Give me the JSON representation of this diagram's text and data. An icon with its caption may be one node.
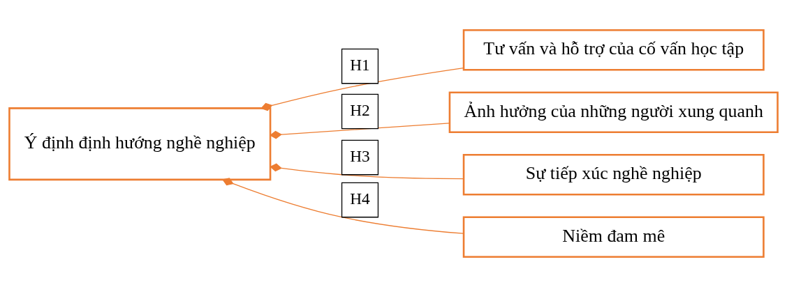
{
  "diagram": {
    "nodes": [
      {
        "text": [
          "Ý định định hướng nghề nghiệp"
        ]
      },
      {
        "text": [
          "Tư vấn và hỗ trợ của cố vấn học tập"
        ]
      },
      {
        "text": [
          "Ảnh hưởng của những người xung quanh"
        ]
      },
      {
        "text": [
          "Sự tiếp xúc nghề nghiệp"
        ]
      },
      {
        "text": [
          "Niềm đam mê"
        ]
      }
    ],
    "edges": [
      {
        "from": 0,
        "to": 1,
        "arrow": "other",
        "label": "H1"
      },
      {
        "from": 0,
        "to": 2,
        "arrow": "other",
        "label": "H2"
      },
      {
        "from": 0,
        "to": 3,
        "arrow": "other",
        "label": "H3"
      },
      {
        "from": 0,
        "to": 4,
        "arrow": "other",
        "label": "H4"
      }
    ]
  }
}
